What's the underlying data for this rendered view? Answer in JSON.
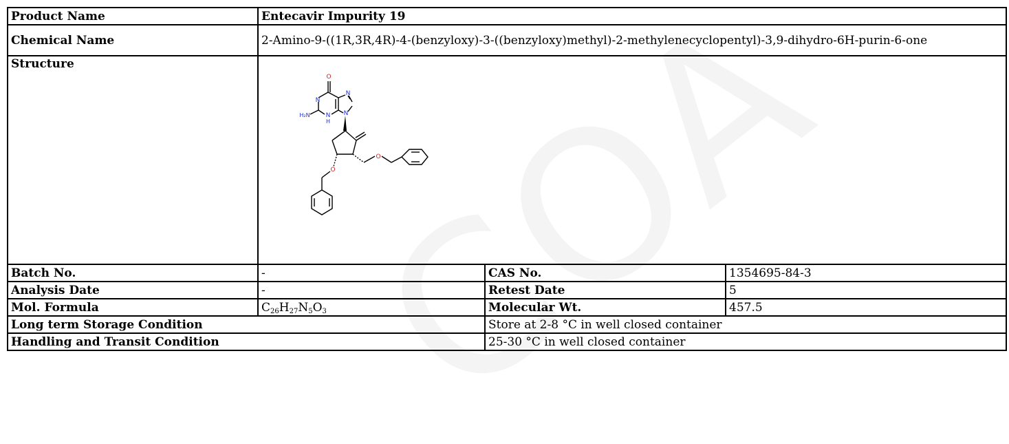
{
  "watermark": "COA",
  "rows": {
    "product_name": {
      "label": "Product Name",
      "value": "Entecavir Impurity 19"
    },
    "chemical_name": {
      "label": "Chemical Name",
      "value": "2-Amino-9-((1R,3R,4R)-4-(benzyloxy)-3-((benzyloxy)methyl)-2-methylenecyclopentyl)-3,9-dihydro-6H-purin-6-one"
    },
    "structure": {
      "label": "Structure",
      "atoms": {
        "O": "O",
        "N": "N",
        "NH2": "H₂N",
        "NH": "N",
        "H": "H"
      }
    },
    "batch": {
      "label": "Batch No.",
      "value": "-",
      "label2": "CAS No.",
      "value2": "1354695-84-3"
    },
    "analysis": {
      "label": "Analysis Date",
      "value": "-",
      "label2": "Retest Date",
      "value2": "5"
    },
    "formula": {
      "label": "Mol. Formula",
      "parts": [
        {
          "el": "C",
          "n": "26"
        },
        {
          "el": "H",
          "n": "27"
        },
        {
          "el": "N",
          "n": "5"
        },
        {
          "el": "O",
          "n": "3"
        }
      ],
      "label2": "Molecular Wt.",
      "value2": "457.5"
    },
    "storage": {
      "label": "Long term Storage Condition",
      "value": "Store at 2-8 °C in well closed container"
    },
    "handling": {
      "label": "Handling and Transit Condition",
      "value": "25-30 °C in well closed container"
    }
  },
  "colors": {
    "nitrogen": "#1d2fd6",
    "oxygen": "#d11f1f",
    "bond": "#000000"
  }
}
